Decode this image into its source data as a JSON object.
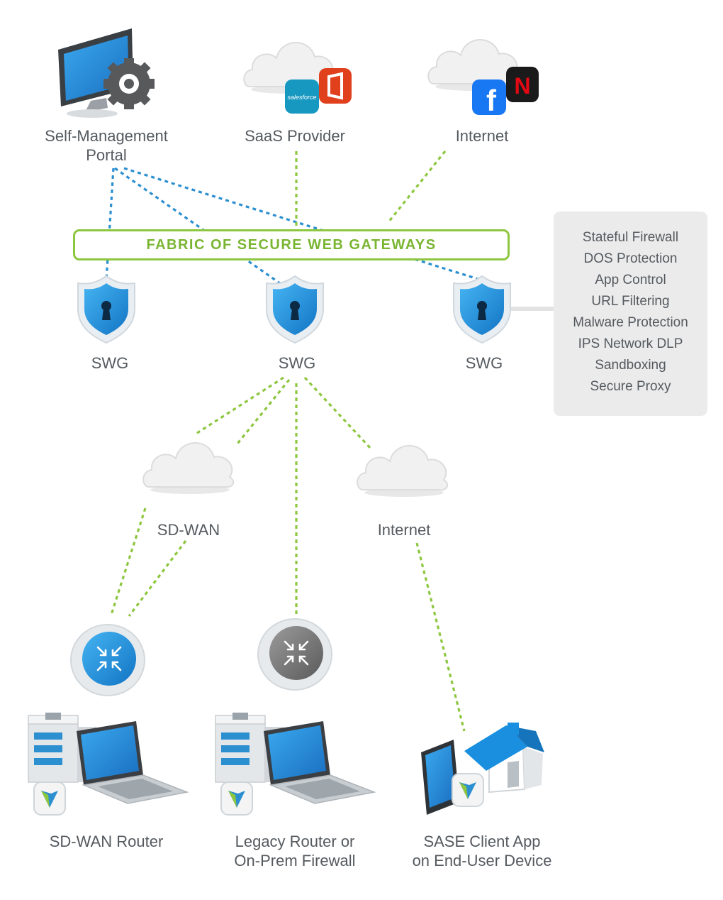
{
  "nodes": {
    "portal": {
      "label": "Self-Management\nPortal",
      "icon": "monitor-gear-icon"
    },
    "saas": {
      "label": "SaaS Provider",
      "icon": "cloud-icon",
      "apps": [
        "salesforce",
        "office-icon"
      ]
    },
    "internet_top": {
      "label": "Internet",
      "icon": "cloud-icon",
      "apps": [
        "facebook-icon",
        "netflix-icon"
      ]
    },
    "swg_left": {
      "label": "SWG",
      "icon": "shield-lock-icon"
    },
    "swg_mid": {
      "label": "SWG",
      "icon": "shield-lock-icon"
    },
    "swg_right": {
      "label": "SWG",
      "icon": "shield-lock-icon"
    },
    "sdwan_cloud": {
      "label": "SD-WAN",
      "icon": "cloud-icon"
    },
    "internet_mid": {
      "label": "Internet",
      "icon": "cloud-icon"
    },
    "sdwan_router": {
      "label": "SD-WAN Router",
      "icon": "router-icon"
    },
    "legacy_router": {
      "label": "Legacy Router or\nOn-Prem Firewall",
      "icon": "router-icon"
    },
    "client_app": {
      "label": "SASE Client App\non End-User Device",
      "icon": "phone-house-icon"
    }
  },
  "fabric": {
    "label": "FABRIC OF SECURE WEB GATEWAYS"
  },
  "features": [
    "Stateful Firewall",
    "DOS Protection",
    "App Control",
    "URL Filtering",
    "Malware Protection",
    "IPS Network DLP",
    "Sandboxing",
    "Secure Proxy"
  ],
  "salesforce_text": "salesforce",
  "colors": {
    "management_link": "#2b8fd0",
    "data_link": "#8dc63f",
    "accent_blue": "#1a8fdf",
    "text": "#555a5f",
    "panel": "#ebebeb"
  }
}
